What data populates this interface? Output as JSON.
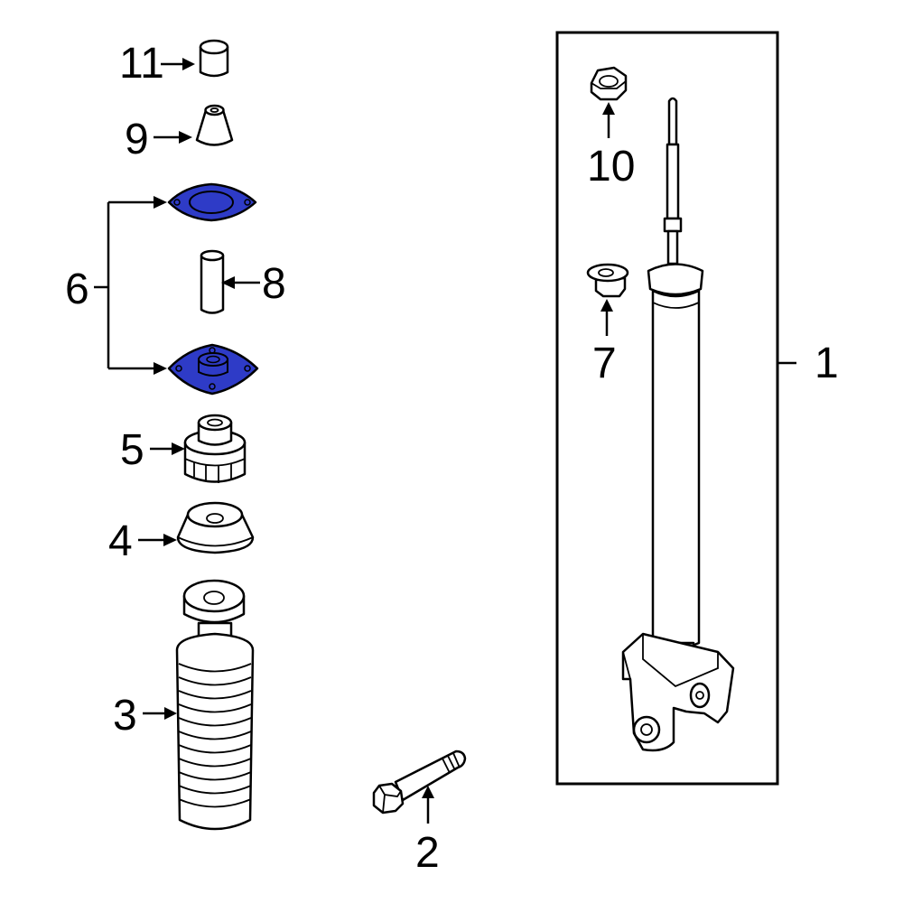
{
  "callouts": {
    "c1": "1",
    "c2": "2",
    "c3": "3",
    "c4": "4",
    "c5": "5",
    "c6": "6",
    "c7": "7",
    "c8": "8",
    "c9": "9",
    "c10": "10",
    "c11": "11"
  },
  "colors": {
    "highlight": "#2e3bc7",
    "line": "#000000",
    "background": "#ffffff"
  }
}
